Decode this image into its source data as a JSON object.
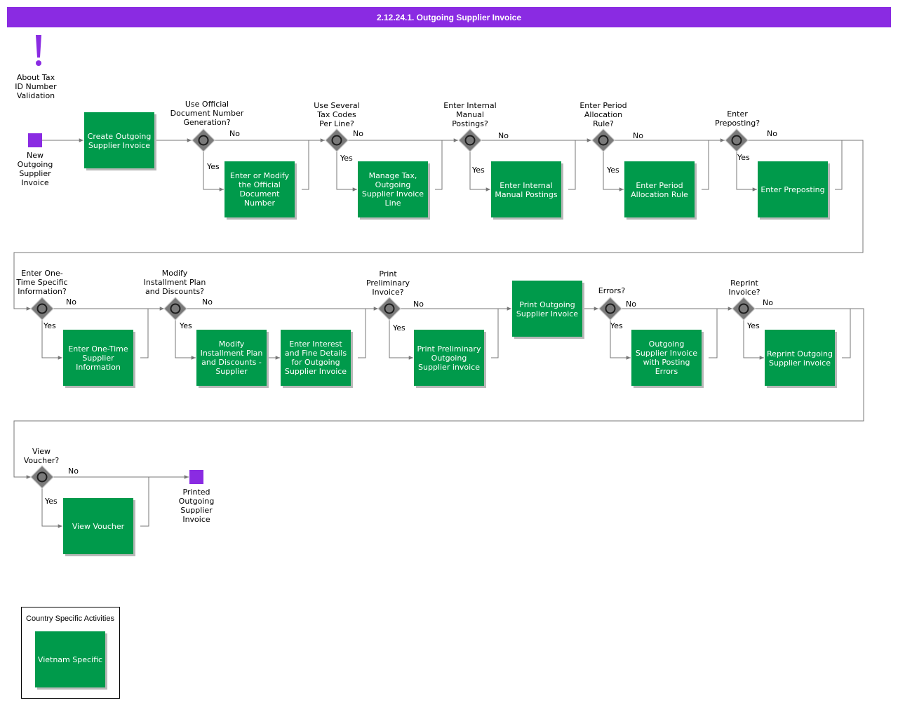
{
  "header": {
    "title": "2.12.24.1. Outgoing Supplier Invoice"
  },
  "colors": {
    "header": "#8a2be2",
    "task": "#009a4b",
    "event": "#8a2be2",
    "gateway": "#7a7a7a",
    "connector": "#777777"
  },
  "annotation": {
    "icon": "exclamation-icon",
    "label": "About Tax ID Number Validation"
  },
  "events": {
    "start": "New Outgoing Supplier Invoice",
    "end": "Printed Outgoing Supplier Invoice"
  },
  "tasks": {
    "create": "Create Outgoing Supplier Invoice",
    "official_doc": "Enter or Modify the Official Document Number",
    "manage_tax": "Manage Tax, Outgoing Supplier Invoice Line",
    "internal_postings": "Enter Internal Manual Postings",
    "period_alloc": "Enter Period Allocation Rule",
    "preposting": "Enter Preposting",
    "one_time": "Enter One-Time Supplier Information",
    "installment": "Modify Installment Plan and Discounts - Supplier",
    "interest": "Enter Interest and Fine Details for Outgoing Supplier Invoice",
    "print_prelim": "Print Preliminary Outgoing Supplier invoice",
    "print_outgoing": "Print Outgoing Supplier Invoice",
    "posting_errors": "Outgoing Supplier Invoice with Posting Errors",
    "reprint": "Reprint Outgoing Supplier invoice",
    "view_voucher": "View Voucher"
  },
  "gateways": {
    "g1": "Use Official Document Number Generation?",
    "g2": "Use Several Tax Codes Per Line?",
    "g3": "Enter Internal Manual Postings?",
    "g4": "Enter Period Allocation Rule?",
    "g5": "Enter Preposting?",
    "g6": "Enter One-Time Specific Information?",
    "g7": "Modify Installment Plan and Discounts?",
    "g8": "Print Preliminary Invoice?",
    "g9": "Errors?",
    "g10": "Reprint Invoice?",
    "g11": "View Voucher?"
  },
  "branch": {
    "yes": "Yes",
    "no": "No"
  },
  "legend": {
    "title": "Country Specific Activities",
    "item": "Vietnam Specific"
  }
}
